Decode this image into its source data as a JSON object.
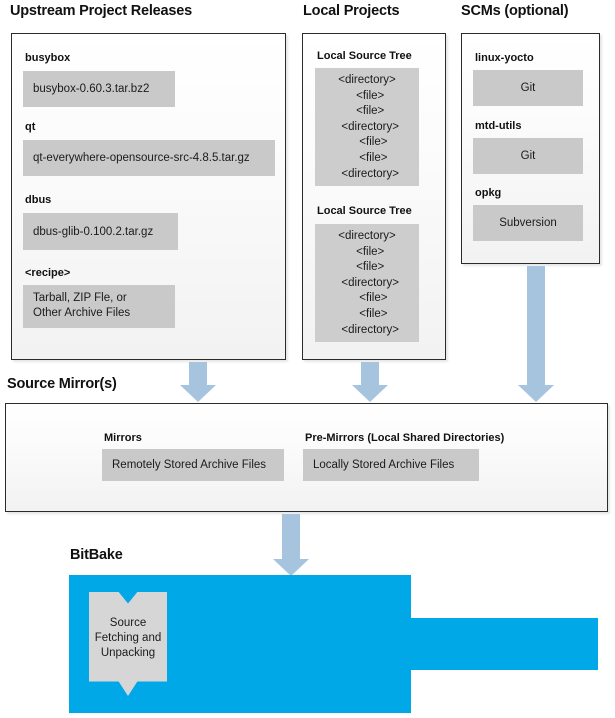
{
  "diagram": {
    "title": "BitBake Source Fetching and Unpacking",
    "colors": {
      "arrow_blue": "#a6c4de",
      "bitbake_cyan": "#00a8e8",
      "chip_gray": "#c9c9c9",
      "panel_border": "#2b2b2b"
    }
  },
  "columns": {
    "upstream": {
      "heading": "Upstream Project Releases",
      "entries": [
        {
          "label": "busybox",
          "value": "busybox-0.60.3.tar.bz2"
        },
        {
          "label": "qt",
          "value": "qt-everywhere-opensource-src-4.8.5.tar.gz"
        },
        {
          "label": "dbus",
          "value": "dbus-glib-0.100.2.tar.gz"
        },
        {
          "label": "<recipe>",
          "value_line1": "Tarball, ZIP Fle, or",
          "value_line2": "Other Archive Files"
        }
      ]
    },
    "local_projects": {
      "heading": "Local Projects",
      "entries": [
        {
          "label": "Local Source Tree",
          "tree": [
            "<directory>",
            "  <file>",
            "  <file>",
            "  <directory>",
            "    <file>",
            "    <file>",
            "  <directory>"
          ]
        },
        {
          "label": "Local Source Tree",
          "tree": [
            "<directory>",
            "  <file>",
            "  <file>",
            "  <directory>",
            "    <file>",
            "    <file>",
            "  <directory>"
          ]
        }
      ]
    },
    "scms": {
      "heading": "SCMs (optional)",
      "entries": [
        {
          "label": "linux-yocto",
          "value": "Git"
        },
        {
          "label": "mtd-utils",
          "value": "Git"
        },
        {
          "label": "opkg",
          "value": "Subversion"
        }
      ]
    }
  },
  "source_mirrors": {
    "heading": "Source Mirror(s)",
    "entries": [
      {
        "label": "Mirrors",
        "value": "Remotely Stored Archive Files"
      },
      {
        "label": "Pre-Mirrors (Local Shared Directories)",
        "value": "Locally Stored Archive Files"
      }
    ]
  },
  "bitbake": {
    "heading": "BitBake",
    "task": {
      "line1": "Source",
      "line2": "Fetching and",
      "line3": "Unpacking"
    }
  },
  "arrows": [
    {
      "name": "upstream-to-mirrors"
    },
    {
      "name": "local-projects-to-mirrors"
    },
    {
      "name": "scms-to-mirrors"
    },
    {
      "name": "mirrors-to-bitbake"
    }
  ]
}
